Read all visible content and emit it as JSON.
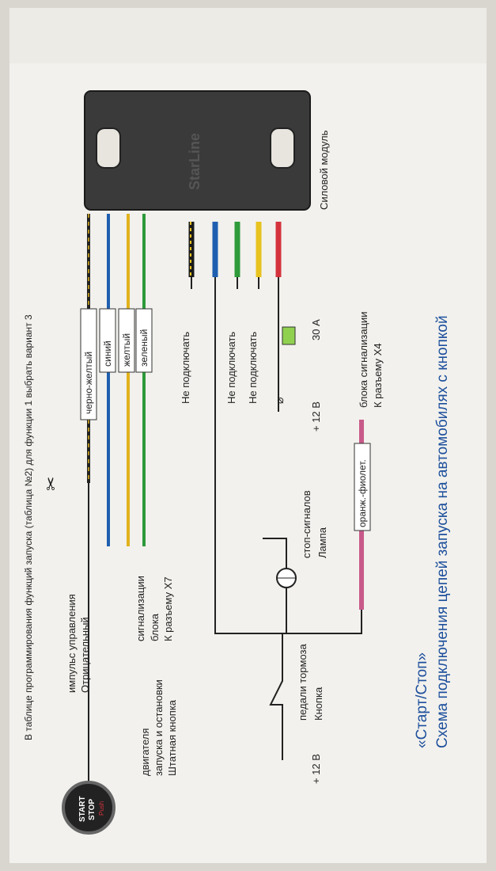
{
  "title": {
    "line1": "Схема подключения цепей запуска на автомобилях с кнопкой",
    "line2": "«Старт/Стоп»"
  },
  "module": {
    "label": "Силовой модуль",
    "brand": "StarLine"
  },
  "connector_x4": {
    "line1": "К разъему X4",
    "line2": "блока сигнализации",
    "wire_label": "оранж.-фиолет."
  },
  "fuse": {
    "label": "30 А"
  },
  "plus12": {
    "label": "+ 12 В"
  },
  "lamp": {
    "line1": "Лампа",
    "line2": "стоп-сигналов"
  },
  "brake_button": {
    "line1": "Кнопка",
    "line2": "педали тормоза"
  },
  "start_button": {
    "line1": "Штатная кнопка",
    "line2": "запуска и остановки",
    "line3": "двигателя",
    "face_line1": "START",
    "face_line2": "STOP",
    "face_line3": "Push"
  },
  "not_connect": "Не подключать",
  "wires": [
    {
      "label": "зеленый",
      "color": "#2e9a3a"
    },
    {
      "label": "желтый",
      "color": "#e1b21c"
    },
    {
      "label": "синий",
      "color": "#1f5fb0"
    },
    {
      "label": "черно-желтый",
      "color": "#222222"
    }
  ],
  "module_wire_colors": [
    "#d4333d",
    "#e8c21e",
    "#2e9a3a",
    "#1f5fb0",
    "#1a1a1a"
  ],
  "connector_x7": {
    "line1": "К разъему X7",
    "line2": "блока",
    "line3": "сигнализации"
  },
  "impulse": {
    "line1": "Отрицательный",
    "line2": "импульс управления"
  },
  "footnote": "В таблице программирования функций запуска (таблица №2) для функции 1 выбрать вариант 3"
}
